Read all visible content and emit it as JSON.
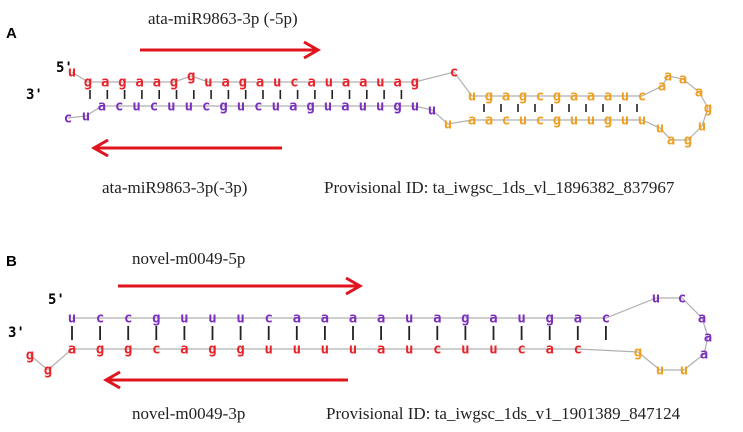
{
  "colors": {
    "mature5p": "#e8232a",
    "mature3p": "#7b2fbe",
    "loop": "#f0a020",
    "bond": "#222222",
    "backbone": "#b0b0b0",
    "arrow": "#e0141c"
  },
  "panelA": {
    "letter": "A",
    "arrow_top_label": "ata-miR9863-3p (-5p)",
    "arrow_bottom_label": "ata-miR9863-3p(-3p)",
    "provisional_id": "Provisional ID: ta_iwgsc_1ds_vl_1896382_837967",
    "end5": "5'",
    "end3": "3'"
  },
  "panelB": {
    "letter": "B",
    "arrow_top_label": "novel-m0049-5p",
    "arrow_bottom_label": "novel-m0049-3p",
    "provisional_id": "Provisional ID: ta_iwgsc_1ds_v1_1901389_847124",
    "end5": "5'",
    "end3": "3'"
  }
}
